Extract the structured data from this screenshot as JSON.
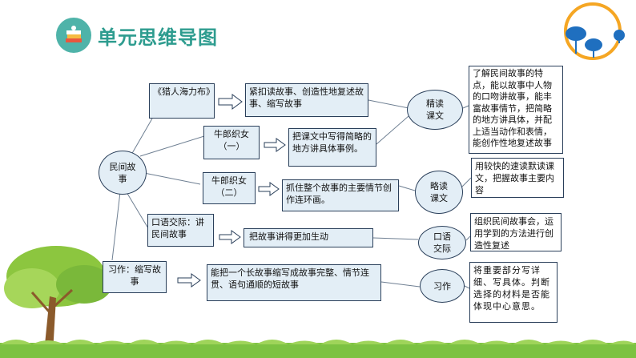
{
  "title": "单元思维导图",
  "center": "民间故事",
  "branches": [
    {
      "label": "《猎人海力布》",
      "detail": "紧扣读故事、创造性地复述故事、缩写故事"
    },
    {
      "label": "牛郎织女（一）",
      "detail": "把课文中写得简略的地方讲具体事例。"
    },
    {
      "label": "牛郎织女（二）",
      "detail": "抓住整个故事的主要情节创作连环画。"
    },
    {
      "label": "口语交际：讲民间故事",
      "detail": "把故事讲得更加生动"
    },
    {
      "label": "习作：缩写故事",
      "detail": "能把一个长故事缩写成故事完整、情节连贯、语句通顺的短故事"
    }
  ],
  "categories": [
    {
      "label": "精读课文",
      "goal": "了解民间故事的特点，能以故事中人物的口吻讲故事，能丰富故事情节，把简略的地方讲具体，并配上适当动作和表情，能创作性地复述故事"
    },
    {
      "label": "略读课文",
      "goal": "用较快的速读默读课文，把握故事主要内容"
    },
    {
      "label": "口语交际",
      "goal": "组织民间故事会，运用学到的方法进行创造性复述"
    },
    {
      "label": "习作",
      "goal": "将重要部分写详细、写具体。判断选择的材料是否能体现中心意思。"
    }
  ]
}
